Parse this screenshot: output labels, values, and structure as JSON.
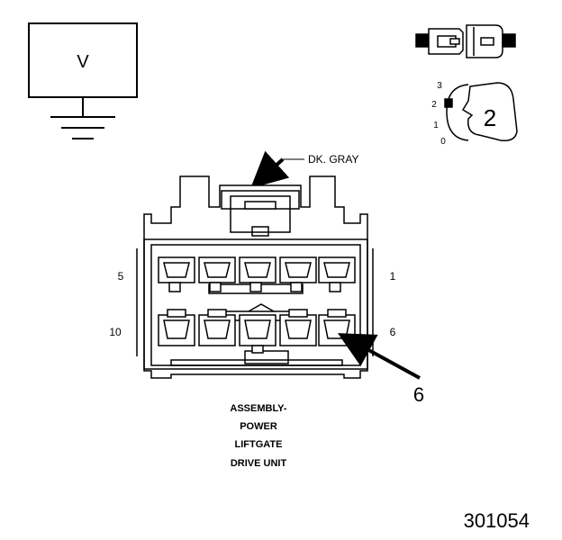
{
  "voltmeter": {
    "label": "V"
  },
  "wire": {
    "color_label": "DK. GRAY"
  },
  "pins": {
    "top_left": "5",
    "top_right": "1",
    "bottom_left": "10",
    "bottom_right": "6"
  },
  "callout": {
    "terminal": "6"
  },
  "scale": {
    "ticks": [
      "3",
      "2",
      "1",
      "0"
    ],
    "setting": "2"
  },
  "assembly": {
    "line1": "ASSEMBLY-",
    "line2": "POWER",
    "line3": "LIFTGATE",
    "line4": "DRIVE UNIT"
  },
  "figure_number": "301054"
}
